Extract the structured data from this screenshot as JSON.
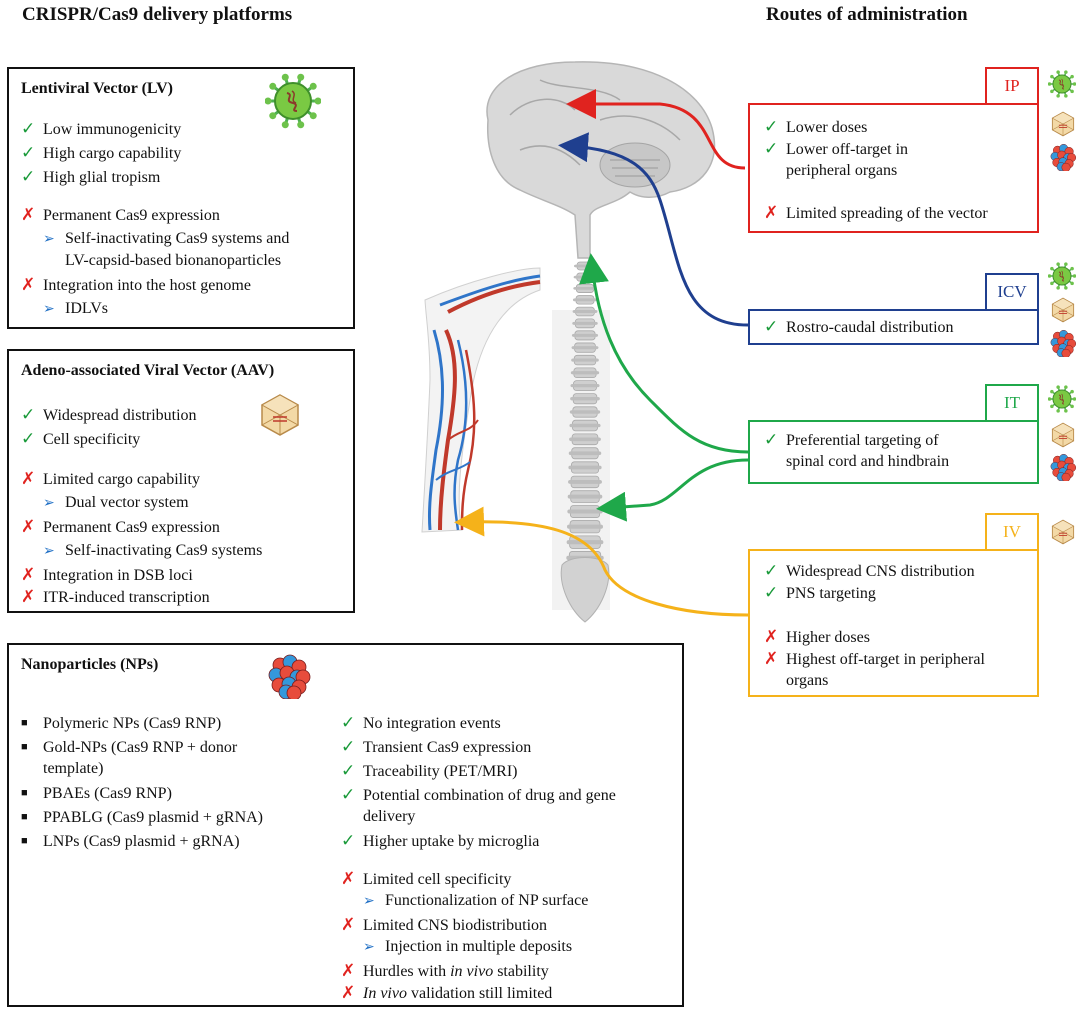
{
  "headings": {
    "left": "CRISPR/Cas9 delivery platforms",
    "right": "Routes of administration"
  },
  "lv": {
    "title": "Lentiviral Vector (LV)",
    "items": [
      {
        "m": "check",
        "t": "Low immunogenicity"
      },
      {
        "m": "check",
        "t": "High cargo capability"
      },
      {
        "m": "check",
        "t": "High glial tropism"
      },
      {
        "m": "cross",
        "t": "Permanent Cas9 expression"
      },
      {
        "m": "arrow",
        "t": "Self-inactivating Cas9 systems and"
      },
      {
        "m": "none",
        "t": "LV-capsid-based bionanoparticles"
      },
      {
        "m": "cross",
        "t": "Integration into the host genome"
      },
      {
        "m": "arrow",
        "t": "IDLVs"
      }
    ]
  },
  "aav": {
    "title": "Adeno-associated Viral Vector (AAV)",
    "items": [
      {
        "m": "check",
        "t": "Widespread distribution"
      },
      {
        "m": "check",
        "t": "Cell specificity"
      },
      {
        "m": "cross",
        "t": "Limited cargo capability"
      },
      {
        "m": "arrow",
        "t": "Dual vector system"
      },
      {
        "m": "cross",
        "t": "Permanent Cas9 expression"
      },
      {
        "m": "arrow",
        "t": "Self-inactivating Cas9 systems"
      },
      {
        "m": "cross",
        "t": "Integration in DSB loci"
      },
      {
        "m": "cross",
        "t": "ITR-induced transcription"
      }
    ]
  },
  "np": {
    "title": "Nanoparticles (NPs)",
    "types": [
      "Polymeric NPs (Cas9 RNP)",
      "Gold-NPs (Cas9 RNP + donor",
      "template)",
      "PBAEs (Cas9 RNP)",
      "PPABLG (Cas9 plasmid + gRNA)",
      "LNPs (Cas9 plasmid + gRNA)"
    ],
    "items": [
      {
        "m": "check",
        "t": "No integration events"
      },
      {
        "m": "check",
        "t": "Transient Cas9 expression"
      },
      {
        "m": "check",
        "t": "Traceability (PET/MRI)"
      },
      {
        "m": "check",
        "t": "Potential combination of drug and gene"
      },
      {
        "m": "none",
        "t": "delivery"
      },
      {
        "m": "check",
        "t": "Higher uptake by microglia"
      },
      {
        "m": "cross",
        "t": "Limited cell specificity"
      },
      {
        "m": "arrow",
        "t": "Functionalization of NP surface"
      },
      {
        "m": "cross",
        "t": "Limited CNS biodistribution"
      },
      {
        "m": "arrow",
        "t": "Injection in multiple deposits"
      },
      {
        "m": "cross",
        "it": "in vivo",
        "pre": "Hurdles with ",
        "post": " stability"
      },
      {
        "m": "cross",
        "it": "In vivo",
        "pre": "",
        "post": " validation still limited"
      }
    ]
  },
  "marks": {
    "check": "✓",
    "cross": "✗",
    "arrow": "➢"
  },
  "routes": {
    "ip": {
      "label": "IP",
      "color": "#e0231f",
      "items": [
        {
          "m": "check",
          "t": "Lower doses"
        },
        {
          "m": "check",
          "t": "Lower off-target in"
        },
        {
          "m": "none",
          "t": "peripheral organs"
        },
        {
          "m": "cross",
          "t": "Limited spreading of the vector"
        }
      ]
    },
    "icv": {
      "label": "ICV",
      "color": "#1f3f8f",
      "items": [
        {
          "m": "check",
          "t": "Rostro-caudal distribution"
        }
      ]
    },
    "it": {
      "label": "IT",
      "color": "#1fa84a",
      "items": [
        {
          "m": "check",
          "t": "Preferential targeting of"
        },
        {
          "m": "none",
          "t": "spinal cord and hindbrain"
        }
      ]
    },
    "iv": {
      "label": "IV",
      "color": "#f5b21a",
      "items": [
        {
          "m": "check",
          "t": "Widespread CNS distribution"
        },
        {
          "m": "check",
          "t": "PNS targeting"
        },
        {
          "m": "cross",
          "t": "Higher doses"
        },
        {
          "m": "cross",
          "t": "Highest off-target in peripheral"
        },
        {
          "m": "none",
          "t": "organs"
        }
      ]
    }
  },
  "colors": {
    "check": "#1a9a3a",
    "cross": "#e0231f",
    "arrow": "#1f6fc5"
  },
  "icons": [
    "virus-icon",
    "capsid-icon",
    "nanoparticle-icon",
    "brain-icon",
    "spine-icon",
    "arm-vessels-icon"
  ]
}
